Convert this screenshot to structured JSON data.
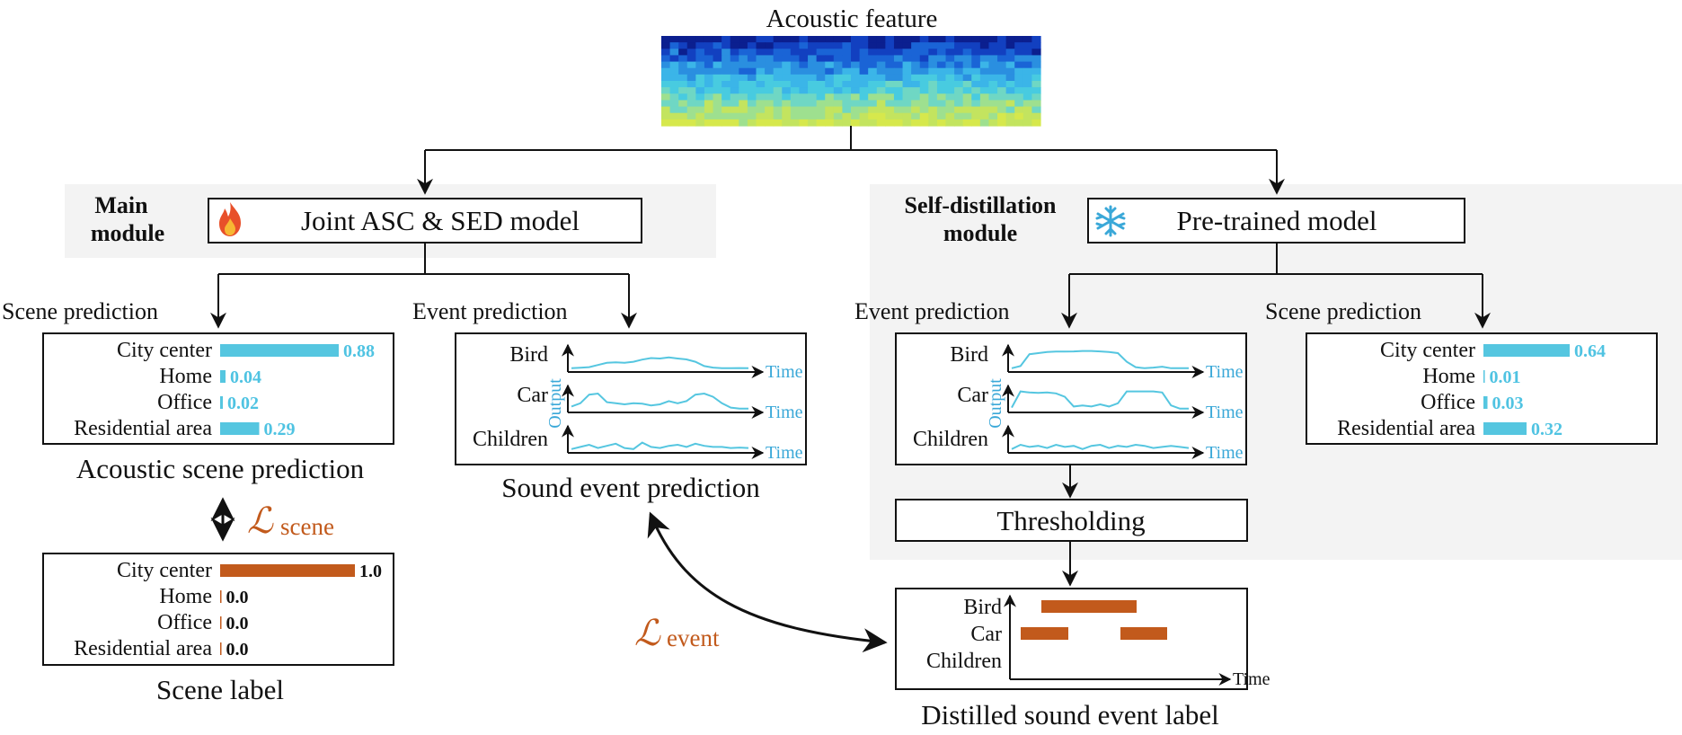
{
  "top": {
    "title": "Acoustic feature"
  },
  "main_module": {
    "label_line1": "Main",
    "label_line2": "module",
    "model_label": "Joint ASC & SED model",
    "scene_prediction_label": "Scene prediction",
    "event_prediction_label": "Event prediction",
    "scene_caption": "Acoustic scene prediction",
    "event_caption": "Sound event prediction",
    "scene_label_caption": "Scene label",
    "loss_scene_symbol": "ℒ",
    "loss_scene_sub": "scene"
  },
  "self_distillation": {
    "label_line1": "Self-distillation",
    "label_line2": "module",
    "model_label": "Pre-trained model",
    "event_prediction_label": "Event prediction",
    "scene_prediction_label": "Scene prediction",
    "thresholding_label": "Thresholding",
    "distilled_caption": "Distilled sound event label",
    "loss_event_symbol": "ℒ",
    "loss_event_sub": "event"
  },
  "axis": {
    "output_label": "Output",
    "time_label": "Time"
  },
  "event_classes": [
    "Bird",
    "Car",
    "Children"
  ],
  "scenes": {
    "categories": [
      "City center",
      "Home",
      "Office",
      "Residential area"
    ],
    "main_prediction": {
      "values": [
        0.88,
        0.04,
        0.02,
        0.29
      ],
      "labels": [
        "0.88",
        "0.04",
        "0.02",
        "0.29"
      ]
    },
    "scene_label": {
      "values": [
        1.0,
        0.0,
        0.0,
        0.0
      ],
      "labels": [
        "1.0",
        "0.0",
        "0.0",
        "0.0"
      ]
    },
    "pretrained_prediction": {
      "values": [
        0.64,
        0.01,
        0.03,
        0.32
      ],
      "labels": [
        "0.64",
        "0.01",
        "0.03",
        "0.32"
      ]
    }
  },
  "colors": {
    "prediction": "#55c6e0",
    "label": "#c25a1c",
    "module_bg": "#f3f3f3"
  },
  "icons": {
    "main": "fire-icon",
    "pretrained": "snowflake-icon"
  }
}
